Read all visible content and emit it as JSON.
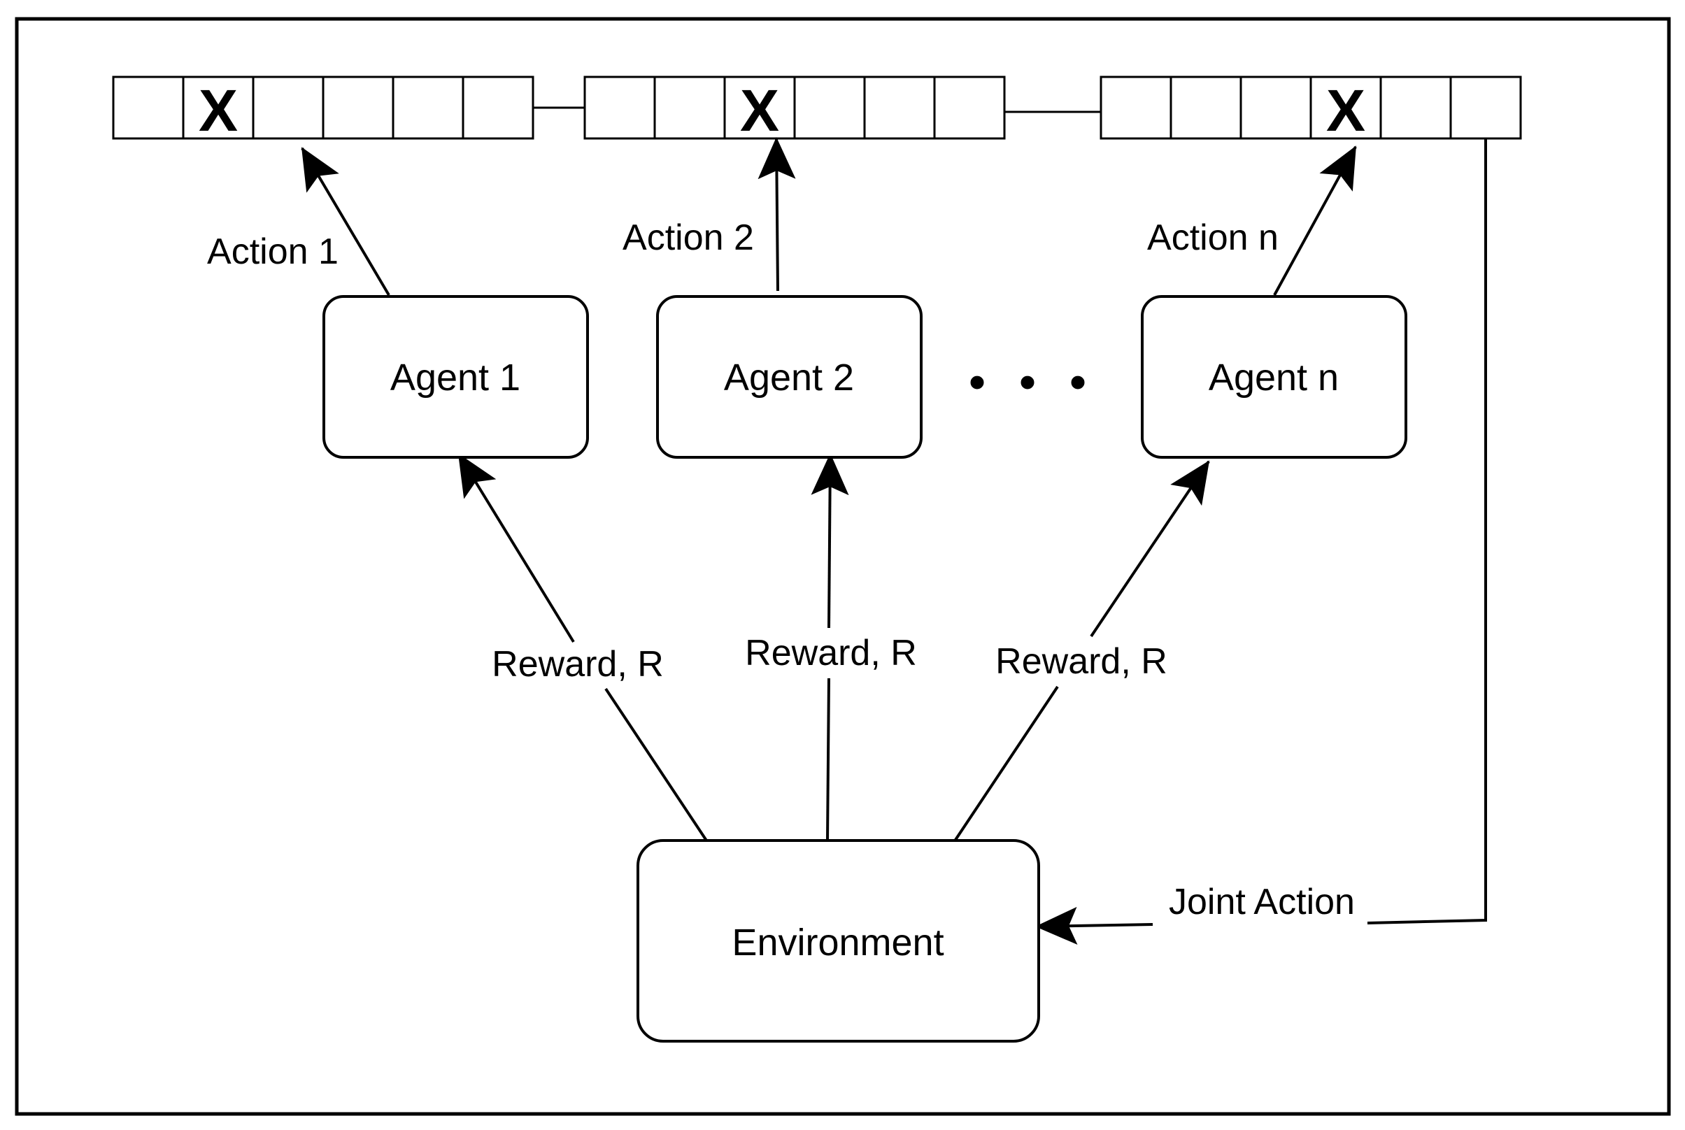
{
  "agents": [
    {
      "label": "Agent 1",
      "action_label": "Action 1",
      "reward_label": "Reward, R"
    },
    {
      "label": "Agent 2",
      "action_label": "Action 2",
      "reward_label": "Reward, R"
    },
    {
      "label": "Agent n",
      "action_label": "Action n",
      "reward_label": "Reward, R"
    }
  ],
  "environment": {
    "label": "Environment"
  },
  "joint_action": {
    "label": "Joint Action"
  },
  "ellipsis": "• • •",
  "action_arrays": [
    {
      "cells": [
        "",
        "X",
        "",
        "",
        "",
        ""
      ]
    },
    {
      "cells": [
        "",
        "",
        "X",
        "",
        "",
        ""
      ]
    },
    {
      "cells": [
        "",
        "",
        "",
        "X",
        "",
        ""
      ]
    }
  ],
  "colors": {
    "stroke": "#000000",
    "background": "#ffffff"
  }
}
